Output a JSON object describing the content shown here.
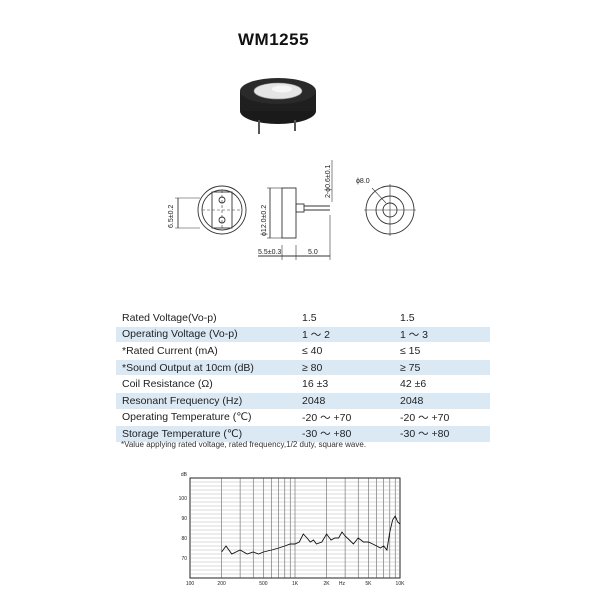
{
  "product": {
    "title": "WM1255"
  },
  "dimensions": {
    "height_left": "6.5±0.2",
    "diameter_side": "ϕ12.0±0.2",
    "pin_diameter": "2-ϕ0.6±0.1",
    "hole_diameter": "ϕ8.0",
    "body_height": "5.5±0.3",
    "pin_length": "5.0"
  },
  "specs": {
    "rows": [
      {
        "label": "Rated Voltage(Vo-p)",
        "v1": "1.5",
        "v2": "1.5"
      },
      {
        "label": "Operating Voltage (Vo-p)",
        "v1": "1 ～ 2",
        "v2": "1 ～ 3"
      },
      {
        "label": "*Rated Current (mA)",
        "v1": "≤ 40",
        "v2": "≤ 15"
      },
      {
        "label": "*Sound Output at 10cm (dB)",
        "v1": "≥ 80",
        "v2": "≥ 75"
      },
      {
        "label": "Coil Resistance (Ω)",
        "v1": "16 ±3",
        "v2": "42 ±6"
      },
      {
        "label": "Resonant Frequency (Hz)",
        "v1": "2048",
        "v2": "2048"
      },
      {
        "label": "Operating Temperature (℃)",
        "v1": "-20 ～ +70",
        "v2": "-20 ～ +70"
      },
      {
        "label": "Storage Temperature (℃)",
        "v1": "-30 ～ +80",
        "v2": "-30 ～ +80"
      }
    ],
    "note": "*Value applying rated voltage, rated frequency,1/2 duty, square wave."
  },
  "chart_data": {
    "type": "line",
    "title": "",
    "xlabel": "Hz",
    "ylabel": "dB",
    "x_scale": "log",
    "y_ticks": [
      "100",
      "90",
      "80",
      "70"
    ],
    "x_ticks": [
      "100",
      "200",
      "500",
      "1K",
      "2K",
      "5K",
      "10K"
    ],
    "xlim": [
      100,
      10000
    ],
    "ylim": [
      60,
      110
    ],
    "grid": true,
    "series": [
      {
        "x": [
          200,
          220,
          250,
          300,
          350,
          400,
          450,
          500,
          600,
          700,
          800,
          900,
          1000,
          1100,
          1200,
          1300,
          1400,
          1500,
          1600,
          1800,
          2000,
          2200,
          2400,
          2600,
          2800,
          3000,
          3300,
          3600,
          4000,
          4500,
          5000,
          5500,
          6000,
          6500,
          7000,
          7500,
          8000,
          8500,
          9000,
          9500,
          10000
        ],
        "y": [
          73,
          76,
          72,
          74,
          72,
          73,
          72,
          73,
          74,
          75,
          76,
          77,
          77,
          78,
          82,
          80,
          78,
          79,
          77,
          78,
          82,
          79,
          80,
          80,
          83,
          81,
          79,
          77,
          80,
          78,
          78,
          77,
          76,
          75,
          76,
          74,
          83,
          89,
          91,
          88,
          87
        ]
      }
    ]
  }
}
